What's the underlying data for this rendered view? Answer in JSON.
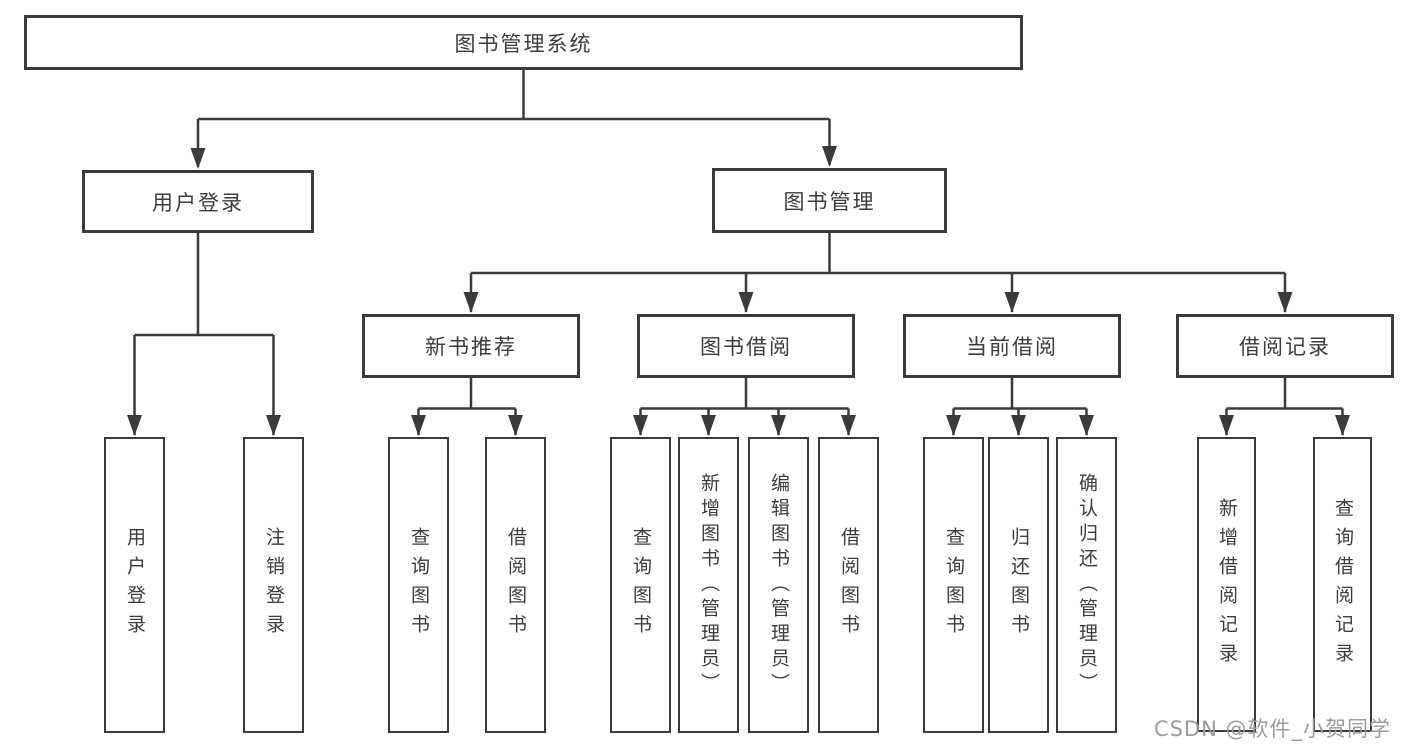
{
  "diagram_type": "function-structure-tree",
  "colors": {
    "line": "#3a3a3a",
    "box_border": "#3a3a3a",
    "box_background": "#ffffff",
    "text": "#3c3c3c",
    "watermark": "#9c9c9c",
    "page_background": "#ffffff"
  },
  "root": {
    "label": "图书管理系统"
  },
  "login": {
    "label": "用户登录",
    "children": [
      {
        "label": "用户登录"
      },
      {
        "label": "注销登录"
      }
    ]
  },
  "management": {
    "label": "图书管理",
    "children": [
      {
        "label": "新书推荐",
        "children": [
          {
            "label": "查询图书"
          },
          {
            "label": "借阅图书"
          }
        ]
      },
      {
        "label": "图书借阅",
        "children": [
          {
            "label": "查询图书"
          },
          {
            "label": "新增图书（管理员）"
          },
          {
            "label": "编辑图书（管理员）"
          },
          {
            "label": "借阅图书"
          }
        ]
      },
      {
        "label": "当前借阅",
        "children": [
          {
            "label": "查询图书"
          },
          {
            "label": "归还图书"
          },
          {
            "label": "确认归还（管理员）"
          }
        ]
      },
      {
        "label": "借阅记录",
        "children": [
          {
            "label": "新增借阅记录"
          },
          {
            "label": "查询借阅记录"
          }
        ]
      }
    ]
  },
  "watermark": "CSDN @软件_小贺同学"
}
